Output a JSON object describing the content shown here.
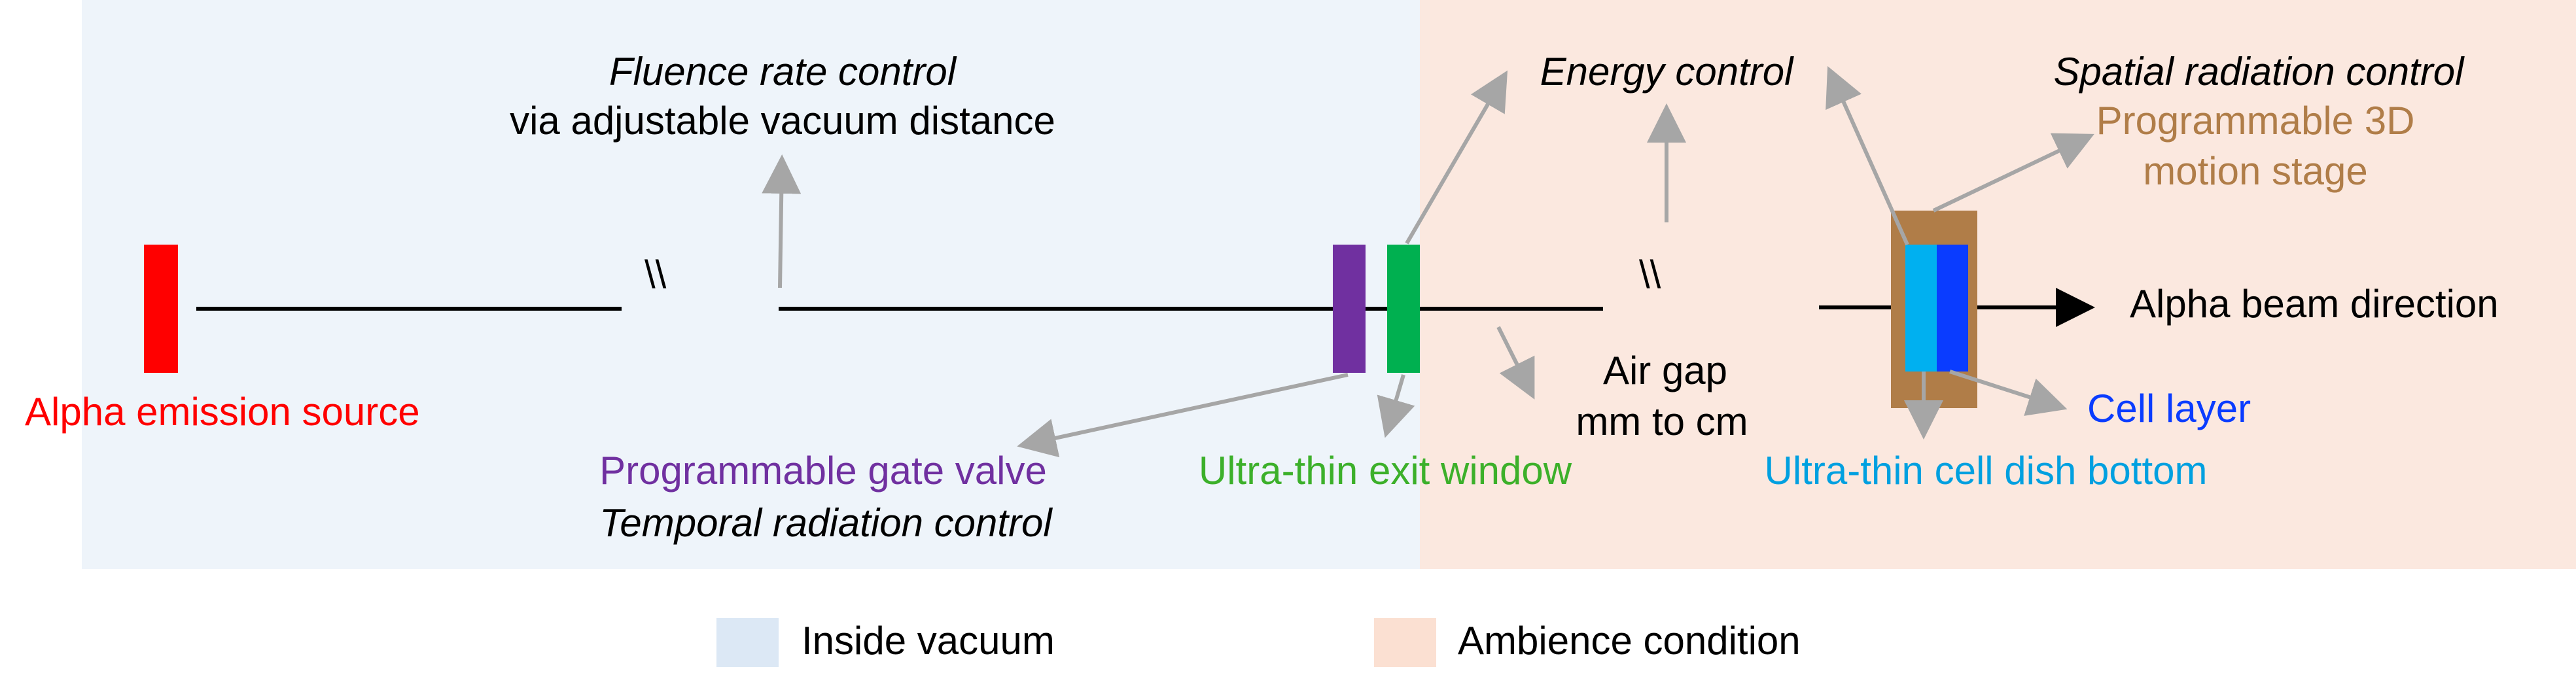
{
  "regions": {
    "vacuum": {
      "color": "#eef4fa"
    },
    "ambience": {
      "color": "#fbe8df"
    }
  },
  "labels": {
    "alpha_source": "Alpha emission source",
    "fluence_title": "Fluence rate control",
    "fluence_sub": "via adjustable vacuum distance",
    "gate_valve": "Programmable gate valve",
    "temporal": "Temporal radiation control",
    "exit_window": "Ultra-thin exit window",
    "energy": "Energy control",
    "air_gap_1": "Air gap",
    "air_gap_2": "mm to cm",
    "spatial": "Spatial radiation control",
    "stage_1": "Programmable 3D",
    "stage_2": "motion stage",
    "beam_direction": "Alpha beam direction",
    "cell_layer": "Cell layer",
    "dish_bottom": "Ultra-thin cell dish bottom",
    "break_mark": "\\\\"
  },
  "legend": {
    "vacuum_label": "Inside vacuum",
    "ambience_label": "Ambience condition",
    "vacuum_swatch": "#dce8f5",
    "ambience_swatch": "#fbe0d2"
  },
  "colors": {
    "source": "#ff0000",
    "gate_valve": "#7030a0",
    "exit_window": "#00b050",
    "stage": "#b07d48",
    "dish": "#00b0f0",
    "cell": "#0a3cff",
    "arrow": "#a6a6a6",
    "text": "#000000"
  }
}
